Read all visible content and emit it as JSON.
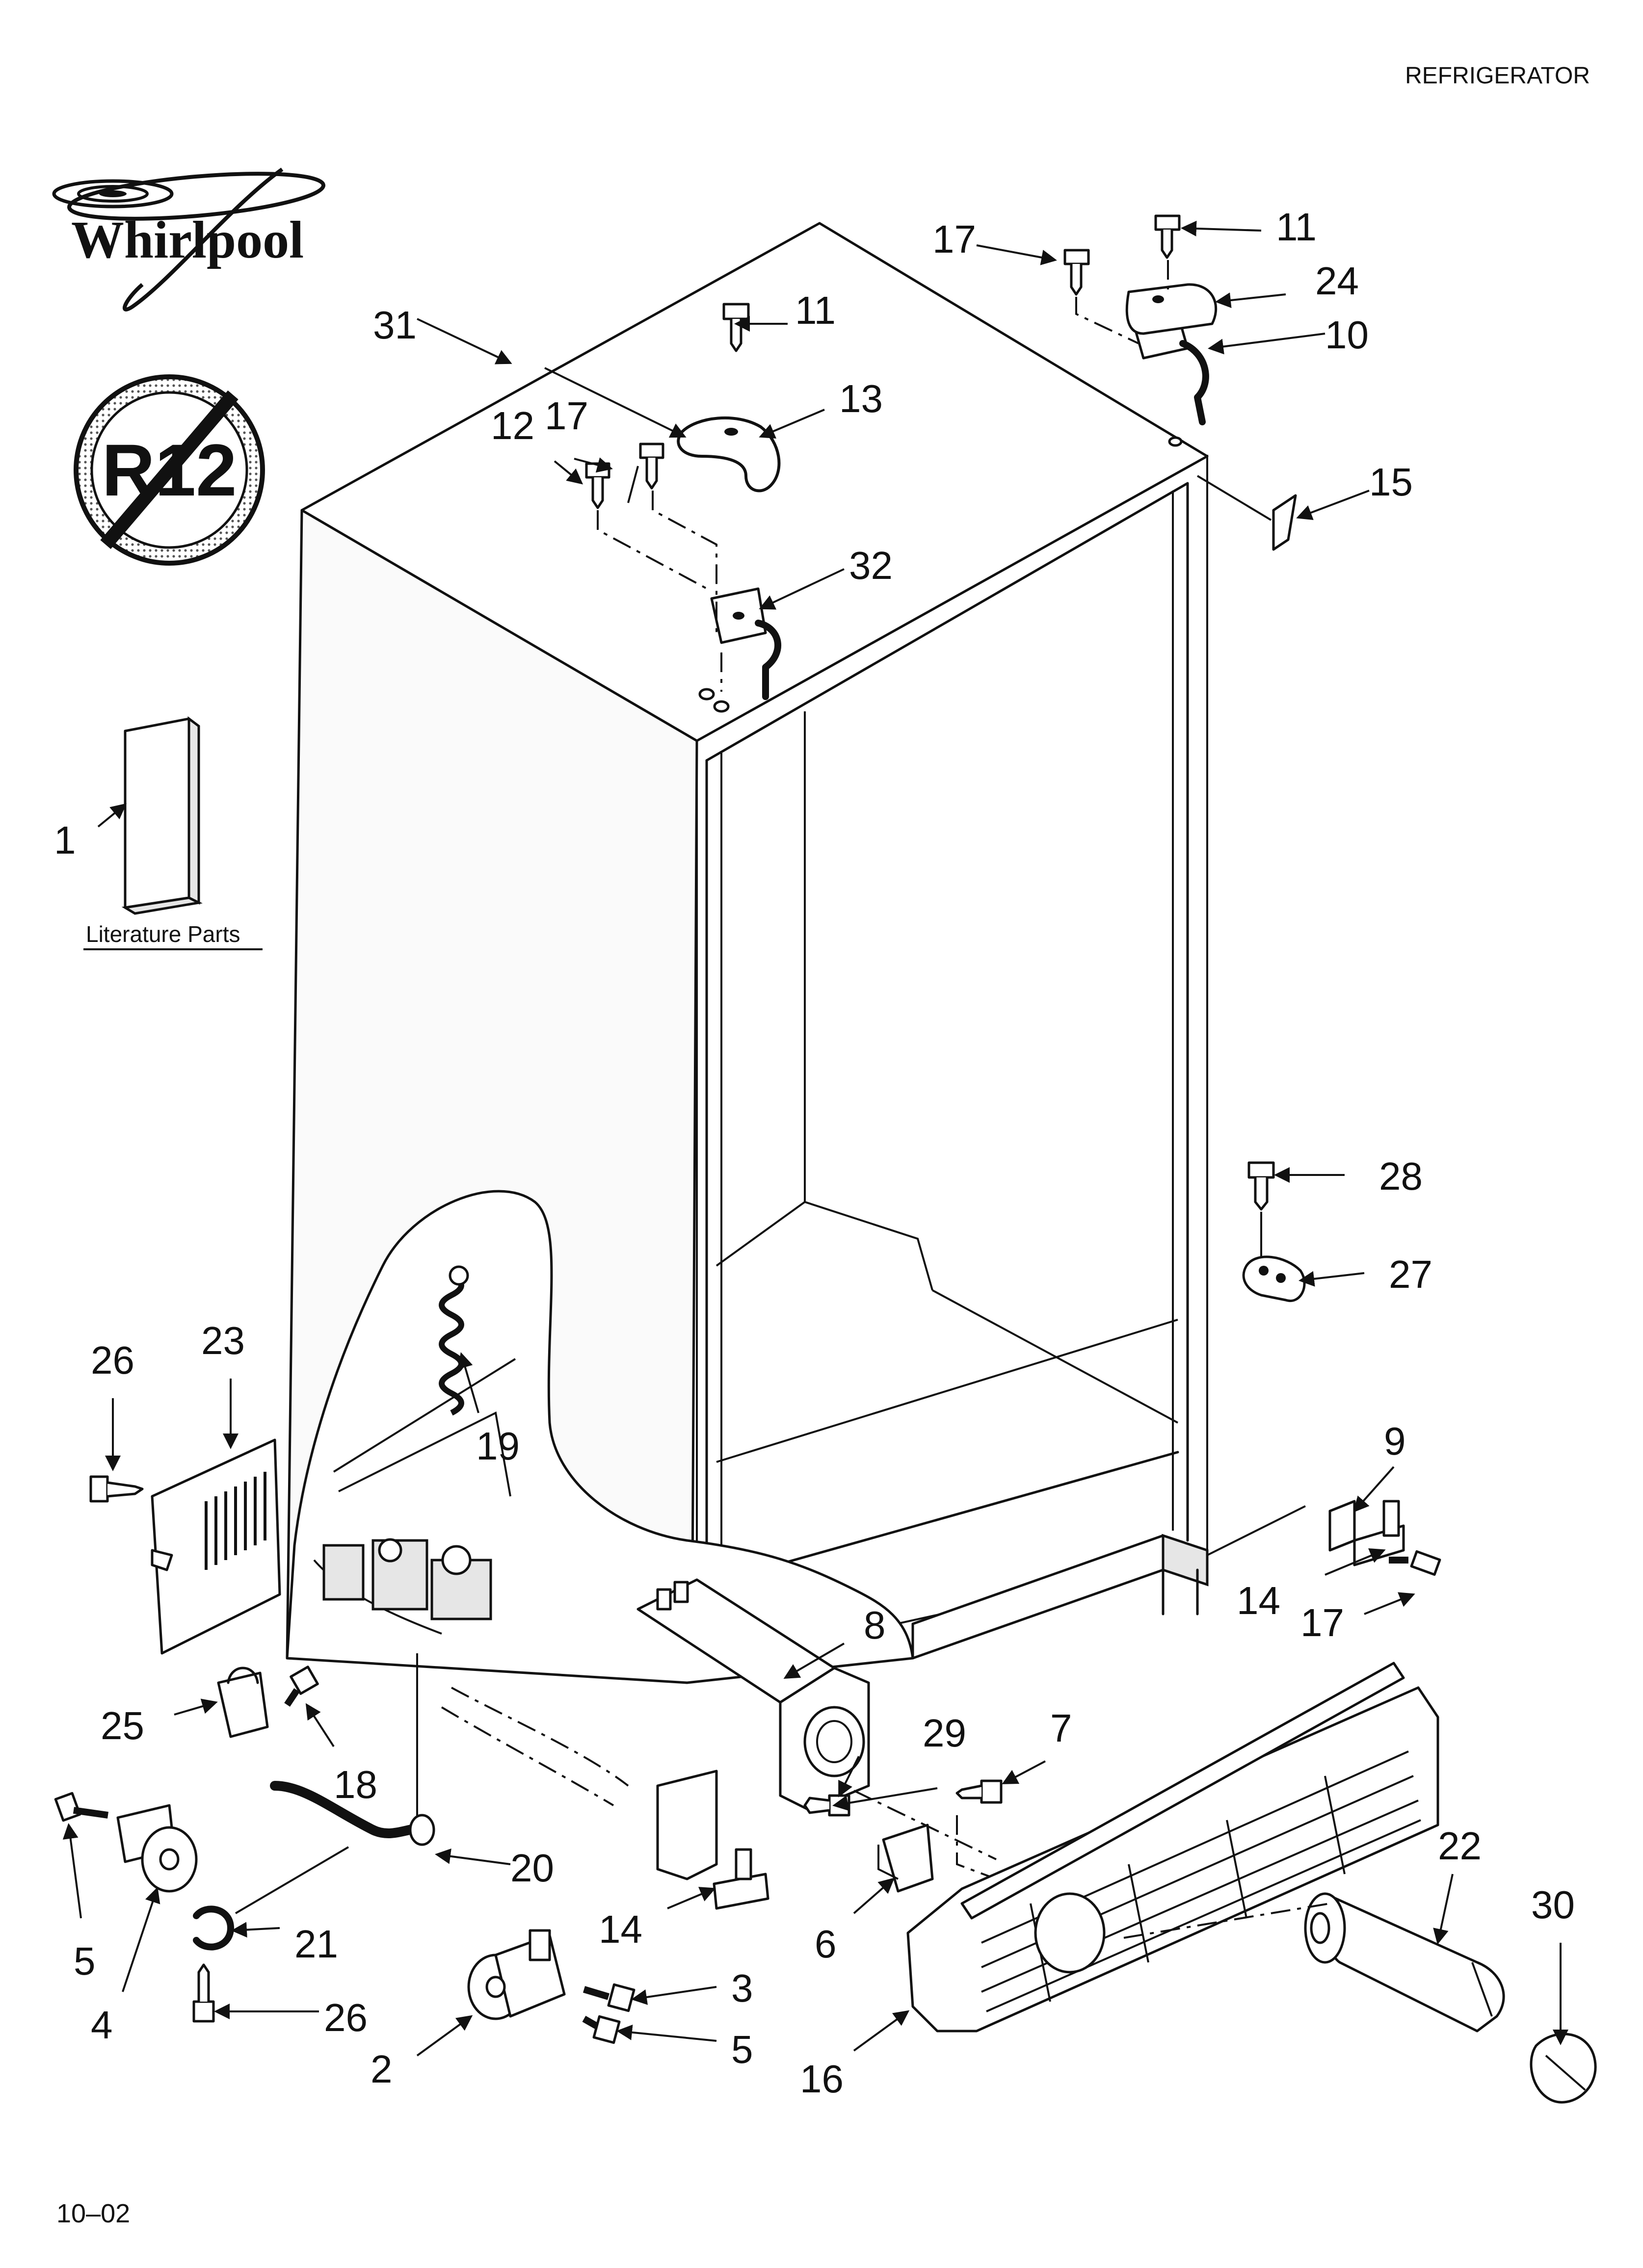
{
  "header": {
    "product": "REFRIGERATOR",
    "date_code": "10–02"
  },
  "brand": {
    "name": "Whirlpool"
  },
  "r12_badge": {
    "text": "R12"
  },
  "literature": {
    "label": "Literature Parts"
  },
  "callouts": {
    "c1": "1",
    "c2": "2",
    "c3": "3",
    "c4": "4",
    "c5a": "5",
    "c5b": "5",
    "c6": "6",
    "c7": "7",
    "c8": "8",
    "c9": "9",
    "c10": "10",
    "c11a": "11",
    "c11b": "11",
    "c12": "12",
    "c13": "13",
    "c14a": "14",
    "c14b": "14",
    "c15": "15",
    "c16": "16",
    "c17a": "17",
    "c17b": "17",
    "c17c": "17",
    "c18": "18",
    "c19": "19",
    "c20": "20",
    "c21": "21",
    "c22": "22",
    "c23": "23",
    "c24": "24",
    "c25": "25",
    "c26a": "26",
    "c26b": "26",
    "c27": "27",
    "c28": "28",
    "c29": "29",
    "c30": "30",
    "c31": "31",
    "c32": "32"
  }
}
